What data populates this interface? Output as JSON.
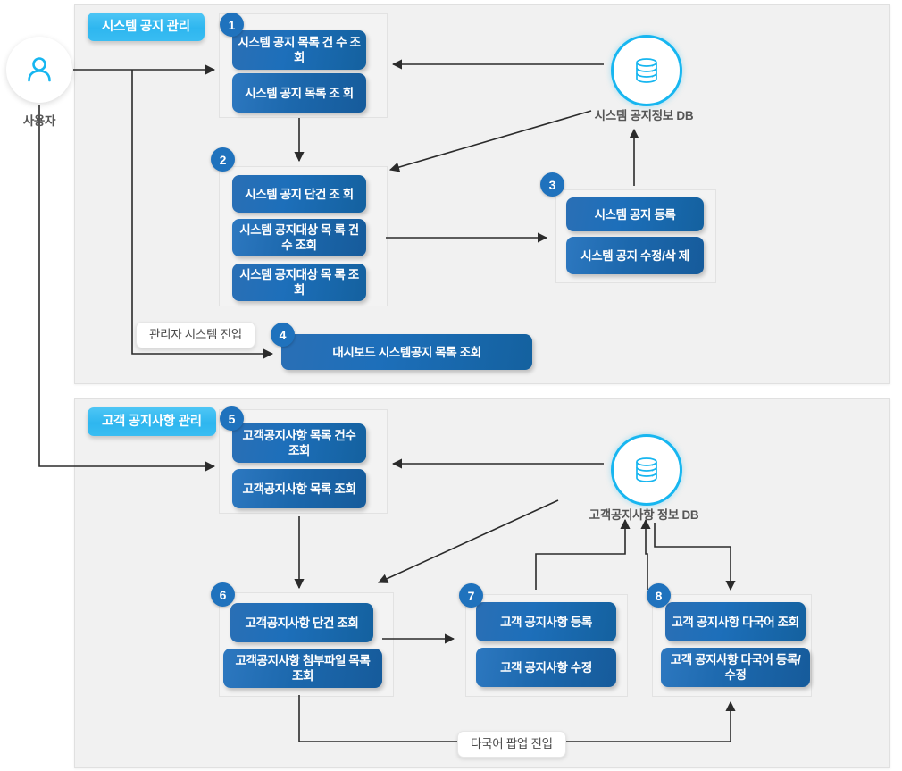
{
  "diagram": {
    "title_sections": {
      "system": "시스템 공지 관리",
      "customer": "고객 공지사항 관리"
    },
    "actor": {
      "icon": "user-icon",
      "label": "사용자"
    },
    "databases": [
      {
        "icon": "database-icon",
        "label": "시스템 공지정보 DB"
      },
      {
        "icon": "database-icon",
        "label": "고객공지사항 정보 DB"
      }
    ],
    "edge_labels": [
      {
        "text": "관리자 시스템 진입"
      },
      {
        "text": "다국어 팝업 진입"
      }
    ],
    "groups": [
      {
        "number": "1",
        "boxes": [
          "시스템 공지 목록 건 수 조회",
          "시스템 공지 목록 조 회"
        ]
      },
      {
        "number": "2",
        "boxes": [
          "시스템 공지 단건 조 회",
          "시스템 공지대상 목 록 건수 조회",
          "시스템 공지대상 목 록 조회"
        ]
      },
      {
        "number": "3",
        "boxes": [
          "시스템 공지 등록",
          "시스템 공지 수정/삭 제"
        ]
      },
      {
        "number": "4",
        "boxes": [
          "대시보드 시스템공지 목록 조회"
        ]
      },
      {
        "number": "5",
        "boxes": [
          "고객공지사항 목록 건수 조회",
          "고객공지사항 목록 조회"
        ]
      },
      {
        "number": "6",
        "boxes": [
          "고객공지사항 단건 조회",
          "고객공지사항 첨부파일 목록 조회"
        ]
      },
      {
        "number": "7",
        "boxes": [
          "고객 공지사항 등록",
          "고객 공지사항 수정"
        ]
      },
      {
        "number": "8",
        "boxes": [
          "고객 공지사항 다국어 조회",
          "고객 공지사항 다국어 등록/수정"
        ]
      }
    ],
    "colors": {
      "accent_cyan": "#17b6f0",
      "box_blue": "#1d6fba",
      "badge_blue": "#1f72bd",
      "panel_bg": "#f1f1f1",
      "arrow": "#2b2b2b"
    }
  }
}
